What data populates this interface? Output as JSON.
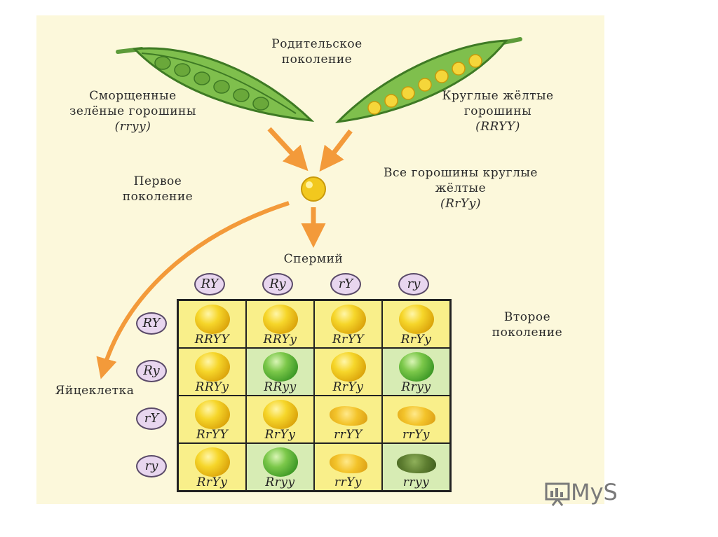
{
  "labels": {
    "parental": "Родительское поколение",
    "parent_left": "Сморщенные зелёные горошины",
    "parent_left_genotype": "(rryy)",
    "parent_right": "Круглые жёлтые горошины",
    "parent_right_genotype": "(RRYY)",
    "first_gen": "Первое поколение",
    "first_gen_desc": "Все горошины круглые жёлтые",
    "first_gen_genotype": "(RrYy)",
    "sperm": "Спермий",
    "egg": "Яйцеклетка",
    "second_gen": "Второе поколение"
  },
  "sperm_gametes": [
    "RY",
    "Ry",
    "rY",
    "ry"
  ],
  "egg_gametes": [
    "RY",
    "Ry",
    "rY",
    "ry"
  ],
  "grid": [
    [
      {
        "g": "RRYY",
        "p": "yellow"
      },
      {
        "g": "RRYy",
        "p": "yellow"
      },
      {
        "g": "RrYY",
        "p": "yellow"
      },
      {
        "g": "RrYy",
        "p": "yellow"
      }
    ],
    [
      {
        "g": "RRYy",
        "p": "yellow"
      },
      {
        "g": "RRyy",
        "p": "green"
      },
      {
        "g": "RrYy",
        "p": "yellow"
      },
      {
        "g": "Rryy",
        "p": "green"
      }
    ],
    [
      {
        "g": "RrYY",
        "p": "yellow"
      },
      {
        "g": "RrYy",
        "p": "yellow"
      },
      {
        "g": "rrYY",
        "p": "wrinkled-y"
      },
      {
        "g": "rrYy",
        "p": "wrinkled-y"
      }
    ],
    [
      {
        "g": "RrYy",
        "p": "yellow"
      },
      {
        "g": "Rryy",
        "p": "green"
      },
      {
        "g": "rrYy",
        "p": "wrinkled-y"
      },
      {
        "g": "rryy",
        "p": "wrinkled-g"
      }
    ]
  ],
  "colors": {
    "background": "#fcf8db",
    "cell_yellow": "#f9ef8a",
    "cell_green": "#d7ecb4",
    "arrow": "#f39a3a"
  },
  "logo": {
    "text": "MyS",
    "icon": "presentation-chart-icon"
  }
}
